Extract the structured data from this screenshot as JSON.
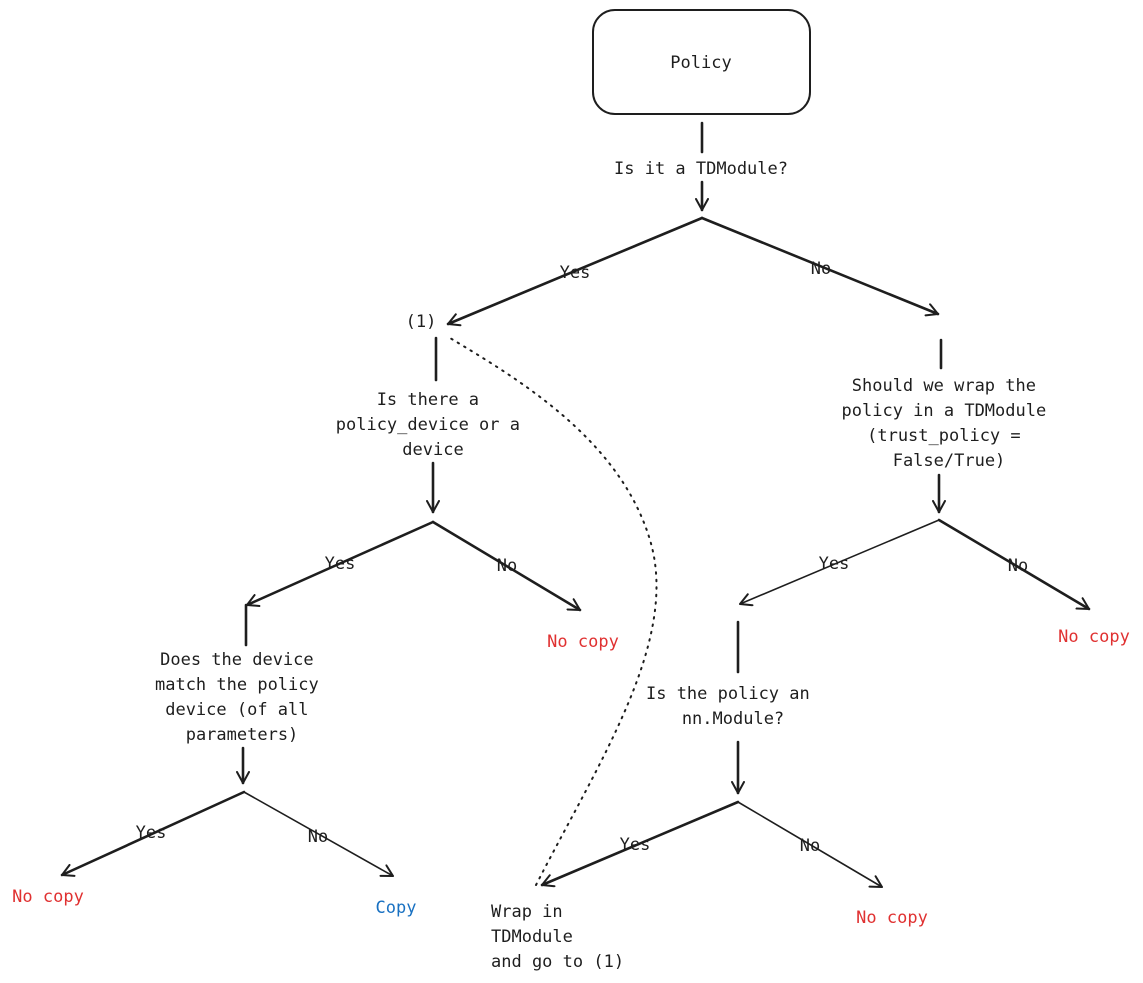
{
  "nodes": {
    "root": "Policy",
    "q_tdmodule": "Is it a TDModule?",
    "ref_1": "(1)",
    "q_device": [
      "Is there a",
      "policy_device or a",
      "device"
    ],
    "q_wrap": [
      "Should we wrap the",
      "policy in a TDModule",
      "(trust_policy =",
      "False/True)"
    ],
    "q_match": [
      "Does the device",
      "match the policy",
      "device (of all",
      "parameters)"
    ],
    "q_nnmodule": [
      "Is the policy an",
      "nn.Module?"
    ],
    "wrap_goto": [
      "Wrap in",
      "TDModule",
      "and go to (1)"
    ],
    "leaf_nocopy_device": "No copy",
    "leaf_nocopy_wrap": "No copy",
    "leaf_nocopy_match": "No copy",
    "leaf_copy_match": "Copy",
    "leaf_nocopy_nnmodule": "No copy"
  },
  "edge_labels": {
    "tdmodule_yes": "Yes",
    "tdmodule_no": "No",
    "device_yes": "Yes",
    "device_no": "No",
    "wrap_yes": "Yes",
    "wrap_no": "No",
    "match_yes": "Yes",
    "match_no": "No",
    "nnmodule_yes": "Yes",
    "nnmodule_no": "No"
  },
  "colors": {
    "stroke": "#1e1e1e",
    "no_copy": "#e03131",
    "copy": "#1971c2"
  }
}
